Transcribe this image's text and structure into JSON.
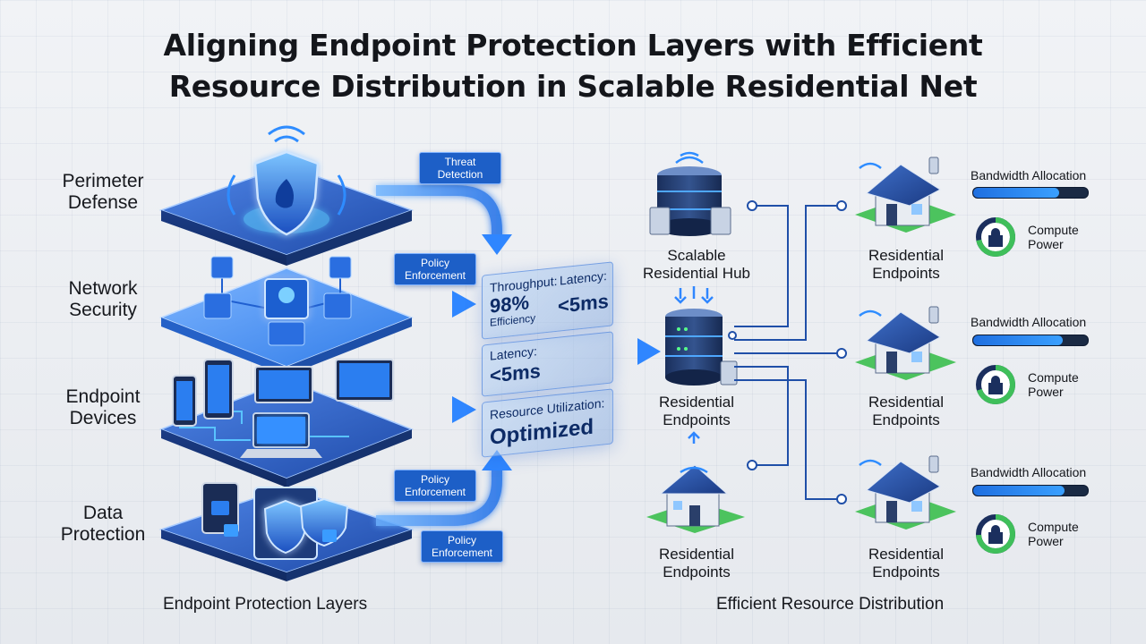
{
  "title": {
    "line1": "Aligning Endpoint Protection Layers with Efficient",
    "line2": "Resource Distribution in Scalable Residential Net"
  },
  "layers": [
    {
      "line1": "Perimeter",
      "line2": "Defense"
    },
    {
      "line1": "Network",
      "line2": "Security"
    },
    {
      "line1": "Endpoint",
      "line2": "Devices"
    },
    {
      "line1": "Data",
      "line2": "Protection"
    }
  ],
  "flows": {
    "threat": {
      "line1": "Threat",
      "line2": "Detection"
    },
    "policy1": {
      "line1": "Policy",
      "line2": "Enforcement"
    },
    "policy2": {
      "line1": "Policy",
      "line2": "Enforcement"
    },
    "policy3": {
      "line1": "Policy",
      "line2": "Enforcement"
    }
  },
  "metrics": {
    "throughput_label": "Throughput:",
    "throughput_value": "98%",
    "throughput_sub": "Efficiency",
    "latency_label": "Latency:",
    "latency_value": "<5ms",
    "latency2_label": "Latency:",
    "latency2_value": "<5ms",
    "resource_label": "Resource Utilization:",
    "resource_value": "Optimized"
  },
  "hub": {
    "line1": "Scalable",
    "line2": "Residential Hub"
  },
  "center_node": {
    "line1": "Residential",
    "line2": "Endpoints"
  },
  "bottom_node": {
    "line1": "Residential",
    "line2": "Endpoints"
  },
  "endpoints": [
    {
      "line1": "Residential",
      "line2": "Endpoints"
    },
    {
      "line1": "Residential",
      "line2": "Endpoints"
    },
    {
      "line1": "Residential",
      "line2": "Endpoints"
    }
  ],
  "resources": [
    {
      "bandwidth": "Bandwidth Allocation",
      "compute1": "Compute",
      "compute2": "Power",
      "bandwidth_fill": 0.75,
      "compute_fill": 0.72
    },
    {
      "bandwidth": "Bandwidth Allocation",
      "compute1": "Compute",
      "compute2": "Power",
      "bandwidth_fill": 0.78,
      "compute_fill": 0.7
    },
    {
      "bandwidth": "Bandwidth Allocation",
      "compute1": "Compute",
      "compute2": "Power",
      "bandwidth_fill": 0.8,
      "compute_fill": 0.74
    }
  ],
  "sections": {
    "left": "Endpoint Protection Layers",
    "right": "Efficient Resource Distribution"
  },
  "colors": {
    "accent": "#2f7cf0",
    "glow": "#3aa6ff",
    "platform": "#2c57b8",
    "navy": "#1b2f5e",
    "green": "#3fbf5a",
    "connector": "#1f4fa8"
  }
}
